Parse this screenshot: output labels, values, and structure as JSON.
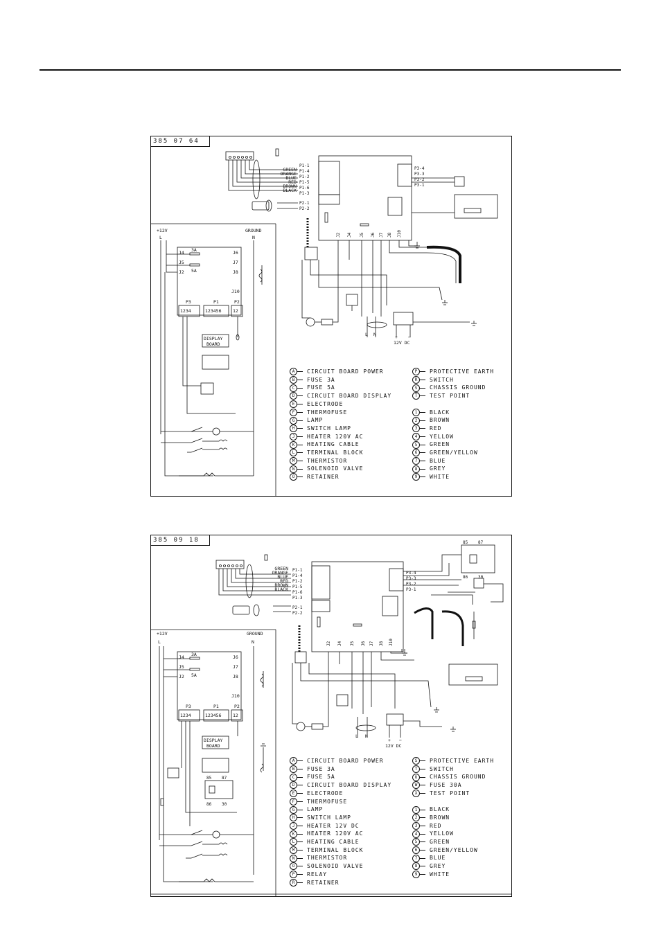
{
  "diagram_a": {
    "code": "385 07 64",
    "wire_labels": [
      "GREEN",
      "ORANGE",
      "BLUE",
      "RED",
      "BROWN",
      "BLACK"
    ],
    "p1_pins": [
      "P1-1",
      "P1-4",
      "P1-2",
      "P1-5",
      "P1-6",
      "P1-3"
    ],
    "p2_pins": [
      "P2-1",
      "P2-2"
    ],
    "p3_pins": [
      "P3-4",
      "P3-3",
      "P3-2",
      "P3-1"
    ],
    "j_pins": [
      "J2",
      "J4",
      "J5",
      "J6",
      "J7",
      "J8",
      "J10"
    ],
    "schematic": {
      "plus12": "+12V",
      "ground": "GROUND",
      "l": "L",
      "n": "N",
      "j4": "J4",
      "j5": "J5",
      "j2": "J2",
      "j6": "J6",
      "j7": "J7",
      "j8": "J8",
      "j10": "J10",
      "fuse3": "3A",
      "fuse5": "5A",
      "p3": "P3",
      "p1": "P1",
      "p2": "P2",
      "p3_pins": "1234",
      "p1_pins": "123456",
      "p2_pins": "12",
      "display1": "DISPLAY",
      "display2": "BOARD"
    },
    "lower_labels": {
      "l": "L",
      "n": "N",
      "plus": "+",
      "minus": "−",
      "dc": "12V  DC"
    },
    "legend_left": [
      {
        "k": "A",
        "v": "CIRCUIT BOARD POWER"
      },
      {
        "k": "B",
        "v": "FUSE 3A"
      },
      {
        "k": "C",
        "v": "FUSE 5A"
      },
      {
        "k": "D",
        "v": "CIRCUIT BOARD DISPLAY"
      },
      {
        "k": "E",
        "v": "ELECTRODE"
      },
      {
        "k": "F",
        "v": "THERMOFUSE"
      },
      {
        "k": "G",
        "v": "LAMP"
      },
      {
        "k": "H",
        "v": "SWITCH LAMP"
      },
      {
        "k": "J",
        "v": "HEATER 120V AC"
      },
      {
        "k": "K",
        "v": "HEATING CABLE"
      },
      {
        "k": "L",
        "v": "TERMINAL BLOCK"
      },
      {
        "k": "M",
        "v": "THERMISTOR"
      },
      {
        "k": "N",
        "v": "SOLENOID VALVE"
      },
      {
        "k": "O",
        "v": "RETAINER"
      }
    ],
    "legend_right": [
      {
        "k": "P",
        "v": "PROTECTIVE EARTH"
      },
      {
        "k": "R",
        "v": "SWITCH"
      },
      {
        "k": "S",
        "v": "CHASSIS GROUND"
      },
      {
        "k": "T",
        "v": "TEST POINT"
      },
      {
        "k": "",
        "v": ""
      },
      {
        "k": "1",
        "v": "BLACK"
      },
      {
        "k": "2",
        "v": "BROWN"
      },
      {
        "k": "3",
        "v": "RED"
      },
      {
        "k": "4",
        "v": "YELLOW"
      },
      {
        "k": "5",
        "v": "GREEN"
      },
      {
        "k": "6",
        "v": "GREEN/YELLOW"
      },
      {
        "k": "7",
        "v": "BLUE"
      },
      {
        "k": "8",
        "v": "GREY"
      },
      {
        "k": "9",
        "v": "WHITE"
      }
    ]
  },
  "diagram_b": {
    "code": "385 09 18",
    "wire_labels": [
      "GREEN",
      "ORANGE",
      "BLUE",
      "RED",
      "BROWN",
      "BLACK"
    ],
    "p1_pins": [
      "P1-1",
      "P1-4",
      "P1-2",
      "P1-5",
      "P1-6",
      "P1-3"
    ],
    "p2_pins": [
      "P2-1",
      "P2-2"
    ],
    "p3_pins": [
      "P3-4",
      "P3-3",
      "P3-2",
      "P3-1"
    ],
    "j_pins": [
      "J2",
      "J4",
      "J5",
      "J6",
      "J7",
      "J8",
      "J10"
    ],
    "relay": {
      "r85": "85",
      "r87": "87",
      "r86": "86",
      "r30": "30"
    },
    "schematic": {
      "plus12": "+12V",
      "ground": "GROUND",
      "l": "L",
      "n": "N",
      "j4": "J4",
      "j5": "J5",
      "j2": "J2",
      "j6": "J6",
      "j7": "J7",
      "j8": "J8",
      "j10": "J10",
      "fuse3": "3A",
      "fuse5": "5A",
      "p3": "P3",
      "p1": "P1",
      "p2": "P2",
      "p3_pins": "1234",
      "p1_pins": "123456",
      "p2_pins": "12",
      "display1": "DISPLAY",
      "display2": "BOARD"
    },
    "lower_labels": {
      "l": "L",
      "n": "N",
      "plus": "+",
      "minus": "−",
      "dc": "12V  DC"
    },
    "legend_left": [
      {
        "k": "A",
        "v": "CIRCUIT BOARD POWER"
      },
      {
        "k": "B",
        "v": "FUSE 3A"
      },
      {
        "k": "C",
        "v": "FUSE 5A"
      },
      {
        "k": "D",
        "v": "CIRCUIT BOARD DISPLAY"
      },
      {
        "k": "E",
        "v": "ELECTRODE"
      },
      {
        "k": "F",
        "v": "THERMOFUSE"
      },
      {
        "k": "G",
        "v": "LAMP"
      },
      {
        "k": "H",
        "v": "SWITCH LAMP"
      },
      {
        "k": "J",
        "v": "HEATER 12V DC"
      },
      {
        "k": "K",
        "v": "HEATER 120V AC"
      },
      {
        "k": "L",
        "v": "HEATING CABLE"
      },
      {
        "k": "M",
        "v": "TERMINAL BLOCK"
      },
      {
        "k": "N",
        "v": "THERMISTOR"
      },
      {
        "k": "O",
        "v": "SOLENOID VALVE"
      },
      {
        "k": "P",
        "v": "RELAY"
      },
      {
        "k": "R",
        "v": "RETAINER"
      }
    ],
    "legend_right": [
      {
        "k": "S",
        "v": "PROTECTIVE EARTH"
      },
      {
        "k": "T",
        "v": "SWITCH"
      },
      {
        "k": "U",
        "v": "CHASSIS GROUND"
      },
      {
        "k": "W",
        "v": "FUSE 30A"
      },
      {
        "k": "X",
        "v": "TEST POINT"
      },
      {
        "k": "",
        "v": ""
      },
      {
        "k": "1",
        "v": "BLACK"
      },
      {
        "k": "2",
        "v": "BROWN"
      },
      {
        "k": "3",
        "v": "RED"
      },
      {
        "k": "4",
        "v": "YELLOW"
      },
      {
        "k": "5",
        "v": "GREEN"
      },
      {
        "k": "6",
        "v": "GREEN/YELLOW"
      },
      {
        "k": "7",
        "v": "BLUE"
      },
      {
        "k": "8",
        "v": "GREY"
      },
      {
        "k": "9",
        "v": "WHITE"
      }
    ]
  }
}
